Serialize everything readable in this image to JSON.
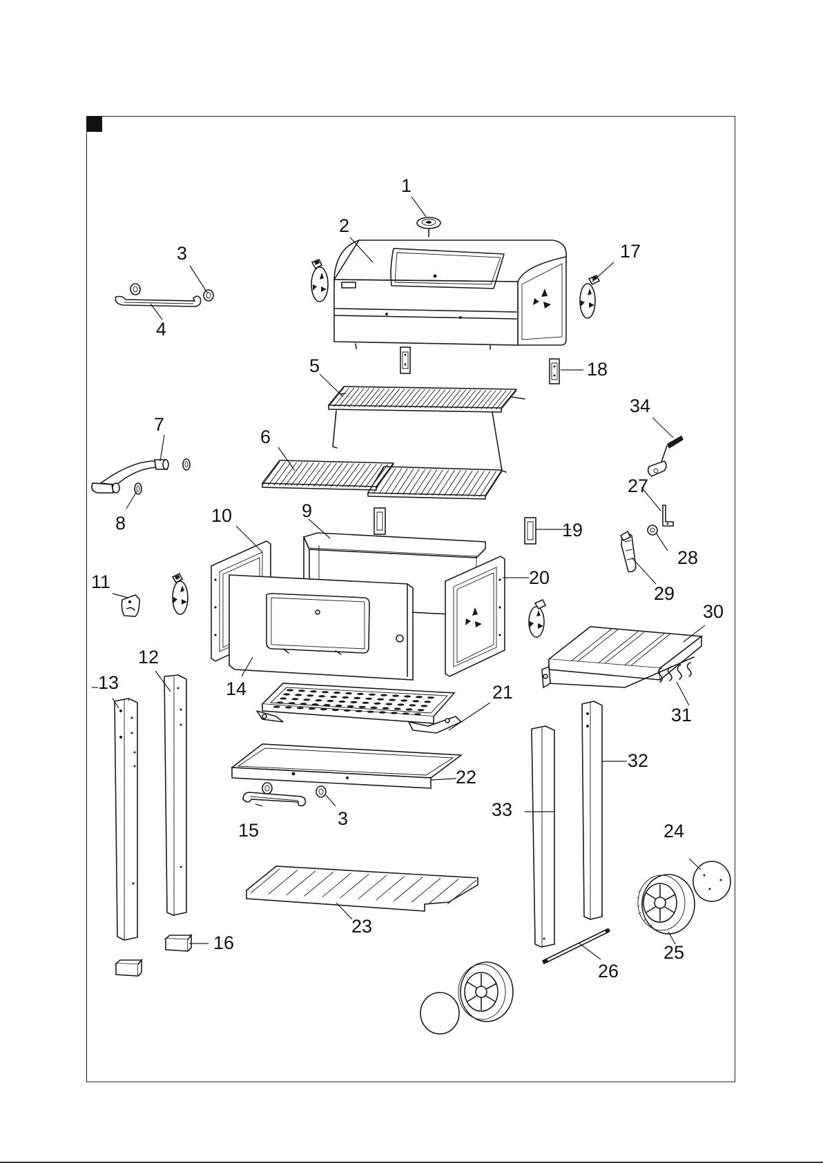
{
  "callouts": [
    {
      "id": "1",
      "text": "1"
    },
    {
      "id": "2",
      "text": "2"
    },
    {
      "id": "3a",
      "text": "3"
    },
    {
      "id": "3b",
      "text": "3"
    },
    {
      "id": "4",
      "text": "4"
    },
    {
      "id": "5",
      "text": "5"
    },
    {
      "id": "6",
      "text": "6"
    },
    {
      "id": "7",
      "text": "7"
    },
    {
      "id": "8",
      "text": "8"
    },
    {
      "id": "9",
      "text": "9"
    },
    {
      "id": "10",
      "text": "10"
    },
    {
      "id": "11",
      "text": "11"
    },
    {
      "id": "12",
      "text": "12"
    },
    {
      "id": "13",
      "text": "13"
    },
    {
      "id": "14",
      "text": "14"
    },
    {
      "id": "15",
      "text": "15"
    },
    {
      "id": "16",
      "text": "16"
    },
    {
      "id": "17",
      "text": "17"
    },
    {
      "id": "18",
      "text": "18"
    },
    {
      "id": "19",
      "text": "19"
    },
    {
      "id": "20",
      "text": "20"
    },
    {
      "id": "21",
      "text": "21"
    },
    {
      "id": "22",
      "text": "22"
    },
    {
      "id": "23",
      "text": "23"
    },
    {
      "id": "24",
      "text": "24"
    },
    {
      "id": "25",
      "text": "25"
    },
    {
      "id": "26",
      "text": "26"
    },
    {
      "id": "27",
      "text": "27"
    },
    {
      "id": "28",
      "text": "28"
    },
    {
      "id": "29",
      "text": "29"
    },
    {
      "id": "30",
      "text": "30"
    },
    {
      "id": "31",
      "text": "31"
    },
    {
      "id": "32",
      "text": "32"
    },
    {
      "id": "33",
      "text": "33"
    },
    {
      "id": "34",
      "text": "34"
    }
  ]
}
